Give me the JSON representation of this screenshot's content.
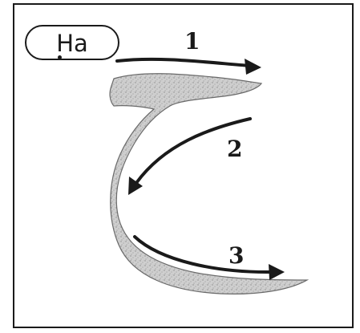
{
  "letter": {
    "name": "Ha",
    "underdot": true
  },
  "steps": [
    {
      "number": "1"
    },
    {
      "number": "2"
    },
    {
      "number": "3"
    }
  ],
  "colors": {
    "ink": "#1a1a1a",
    "letter_fill": "#c6c6c6",
    "background": "#ffffff"
  }
}
